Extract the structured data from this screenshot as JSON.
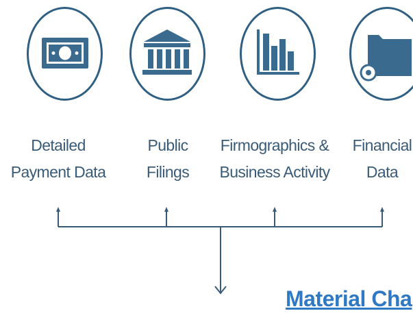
{
  "colors": {
    "circle_border": "#2f5f82",
    "icon_fill": "#3b6a8f",
    "label_text": "#3a5b77",
    "connector": "#3a5b77",
    "footer_title": "#2f78c4"
  },
  "sources": [
    {
      "icon": "cash-icon",
      "line1": "Detailed",
      "line2": "Payment Data"
    },
    {
      "icon": "bank-building-icon",
      "line1": "Public",
      "line2": "Filings"
    },
    {
      "icon": "bar-chart-icon",
      "line1": "Firmographics &",
      "line2": "Business Activity"
    },
    {
      "icon": "folder-icon",
      "line1": "Financial",
      "line2": "Data"
    }
  ],
  "footer": {
    "title": "Material Cha"
  }
}
